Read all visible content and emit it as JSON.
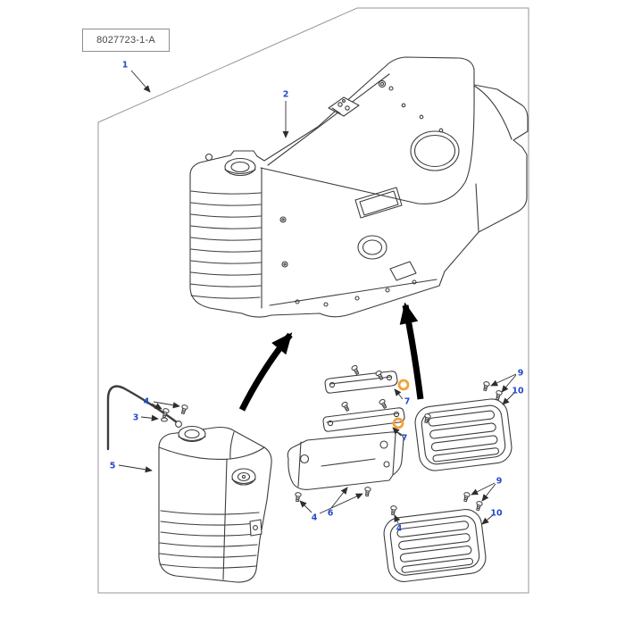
{
  "diagram": {
    "sheet_label": "8027723-1-A",
    "colors": {
      "callout_color": "#2349cb",
      "line_color": "#3d3d3d",
      "frame_color": "#969696",
      "leader_color": "#2e2e2e",
      "highlight_color": "#f0a23c",
      "arrow_color": "#000000",
      "label_text_color": "#474747"
    },
    "callouts": [
      {
        "label": "1"
      },
      {
        "label": "2"
      },
      {
        "label": "3"
      },
      {
        "label": "4"
      },
      {
        "label": "5"
      },
      {
        "label": "4"
      },
      {
        "label": "6"
      },
      {
        "label": "4"
      },
      {
        "label": "7"
      },
      {
        "label": "7"
      },
      {
        "label": "9"
      },
      {
        "label": "10"
      },
      {
        "label": "9"
      },
      {
        "label": "10"
      }
    ]
  }
}
